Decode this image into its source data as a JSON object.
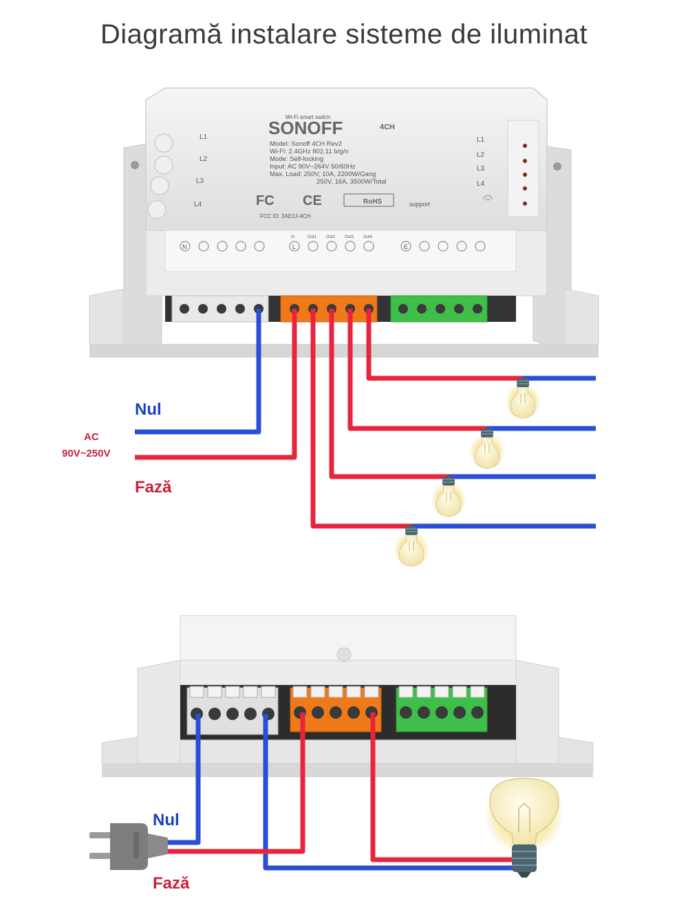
{
  "title": "Diagramă instalare sisteme de iluminat",
  "device": {
    "subtitle": "Wi-Fi smart switch",
    "brand": "SONOFF",
    "variant": "4CH",
    "specs": [
      "Model: Sonoff 4CH Rev2",
      "Wi-Fi: 2.4GHz 802.11 b/g/n",
      "Mode: Self-locking",
      "Input: AC 90V~264V 50/60Hz",
      "Max. Load: 250V, 10A, 2200W/Gang",
      "250V, 16A, 3500W/Total"
    ],
    "fcc_id": "FCC ID: 2AE2J-4CH",
    "cert_marks": [
      "FC",
      "CE",
      "RoHS"
    ],
    "support": "support",
    "left_buttons": [
      "L1",
      "L2",
      "L3",
      "L4"
    ],
    "right_leds": [
      "L1",
      "L2",
      "L3",
      "L4"
    ],
    "terminal_labels": [
      "In",
      "Out1",
      "Out2",
      "Out3",
      "Out4"
    ],
    "neutral_symbol": "N",
    "line_symbol": "L",
    "earth_symbol": "E"
  },
  "diagram1": {
    "neutral_label": "Nul",
    "ac_label_1": "AC",
    "ac_label_2": "90V~250V",
    "phase_label": "Fază"
  },
  "diagram2": {
    "neutral_label": "Nul",
    "phase_label": "Fază"
  },
  "colors": {
    "neutral_wire": "#2a4fd6",
    "phase_wire": "#e8253f",
    "terminal_orange": "#f07a1a",
    "terminal_green": "#3fbf4a",
    "terminal_white": "#e9e9e9"
  }
}
